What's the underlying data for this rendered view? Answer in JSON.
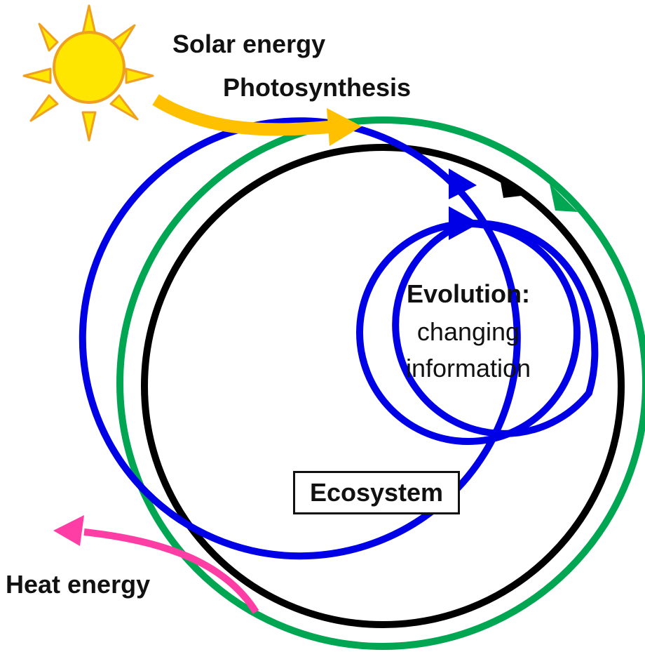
{
  "labels": {
    "solar_energy": "Solar energy",
    "photosynthesis": "Photosynthesis",
    "evolution_title": "Evolution:",
    "evolution_line1": "changing",
    "evolution_line2": "information",
    "ecosystem": "Ecosystem",
    "heat_energy": "Heat energy"
  },
  "icons": {
    "sun": "sun-icon"
  },
  "colors": {
    "sun_fill": "#FFE600",
    "sun_outline": "#F0A020",
    "solar_arrow": "#FFC000",
    "heat_arrow": "#FF3EA5",
    "outer_cycle": "#00A651",
    "middle_cycle": "#000000",
    "inner_cycle": "#0000E6"
  }
}
